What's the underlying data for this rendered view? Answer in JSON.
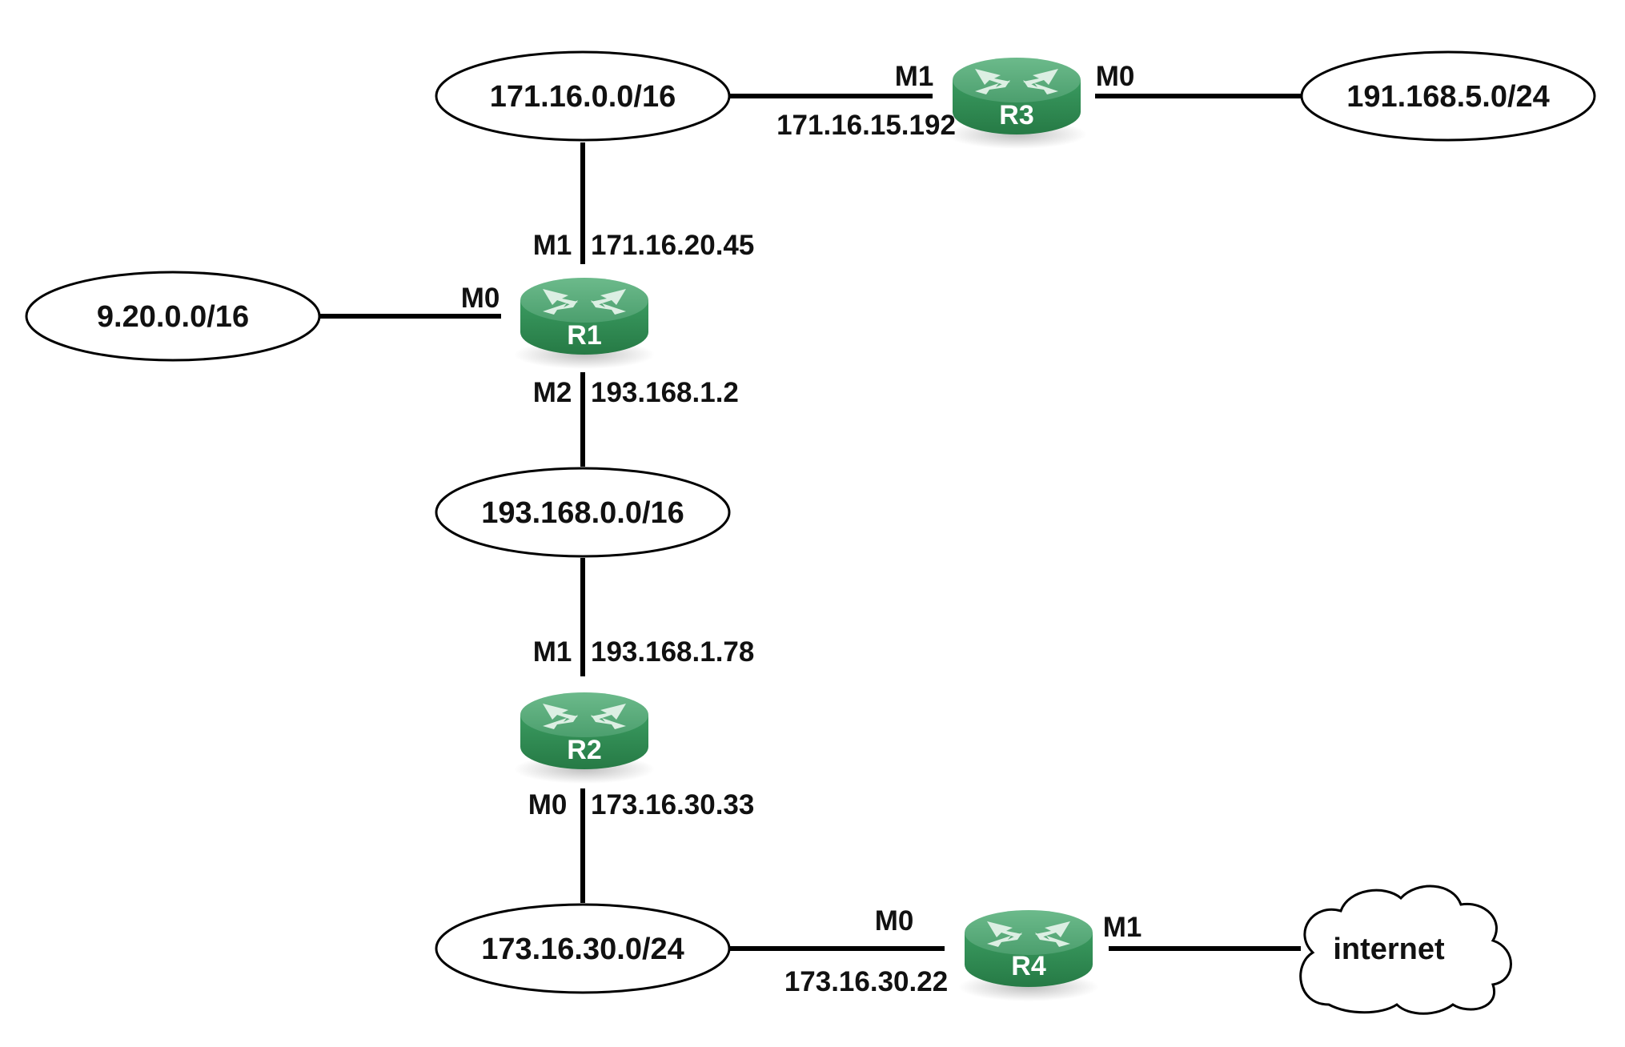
{
  "colors": {
    "router_top": "#56a878",
    "router_body": "#2f8a52",
    "router_arrow": "#d9efe1",
    "line": "#000000"
  },
  "networks": {
    "net_171": "171.16.0.0/16",
    "net_191": "191.168.5.0/24",
    "net_9": "9.20.0.0/16",
    "net_193": "193.168.0.0/16",
    "net_173": "173.16.30.0/24",
    "internet": "internet"
  },
  "routers": {
    "r1": {
      "name": "R1",
      "icon": "router-icon"
    },
    "r2": {
      "name": "R2",
      "icon": "router-icon"
    },
    "r3": {
      "name": "R3",
      "icon": "router-icon"
    },
    "r4": {
      "name": "R4",
      "icon": "router-icon"
    }
  },
  "ports": {
    "r3_m1": {
      "iface": "M1",
      "ip": "171.16.15.192"
    },
    "r3_m0": {
      "iface": "M0"
    },
    "r1_m1": {
      "iface": "M1",
      "ip": "171.16.20.45"
    },
    "r1_m0": {
      "iface": "M0"
    },
    "r1_m2": {
      "iface": "M2",
      "ip": "193.168.1.2"
    },
    "r2_m1": {
      "iface": "M1",
      "ip": "193.168.1.78"
    },
    "r2_m0": {
      "iface": "M0",
      "ip": "173.16.30.33"
    },
    "r4_m0": {
      "iface": "M0",
      "ip": "173.16.30.22"
    },
    "r4_m1": {
      "iface": "M1"
    }
  }
}
